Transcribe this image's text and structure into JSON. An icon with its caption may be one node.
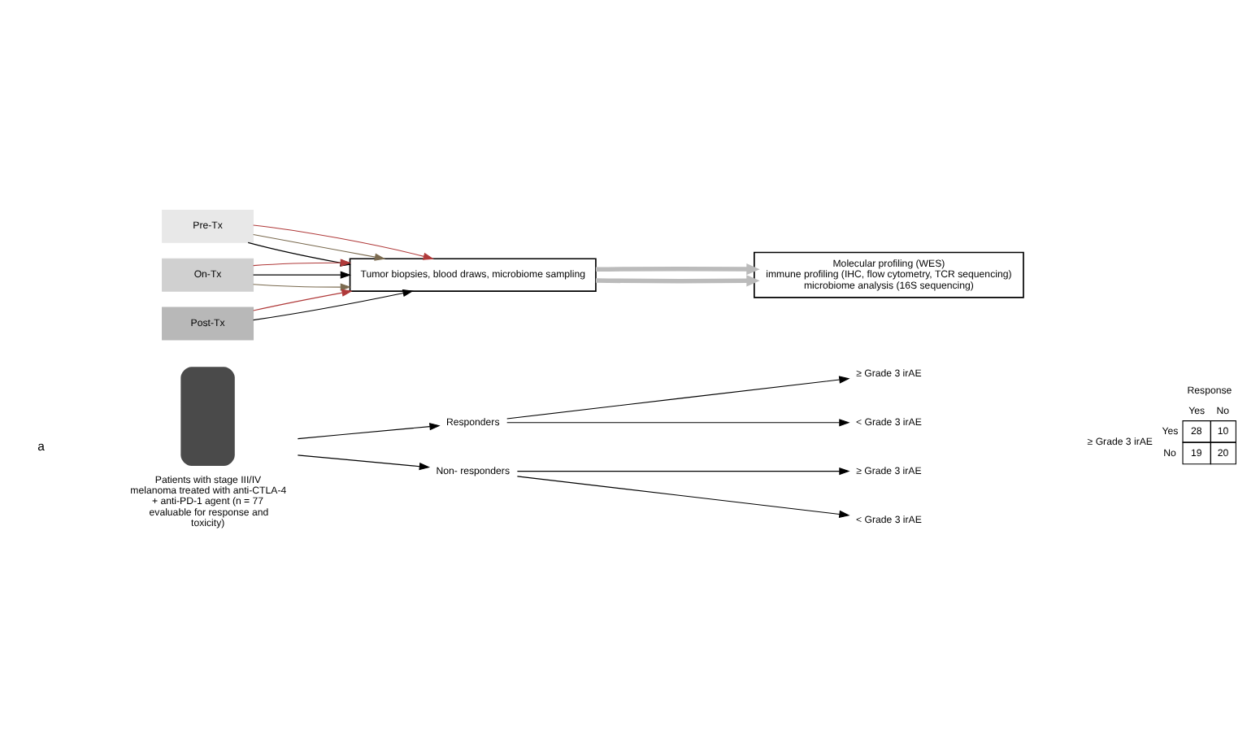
{
  "diagram": {
    "nodes": [
      {
        "text": [],
        "shape": "person",
        "beside": [
          "Patients with stage III/IV melanoma treated with anti-CTLA-4 + anti-PD-1 agent (n = 77 evaluable for response and toxicity)"
        ]
      },
      {
        "text": [
          "Responders"
        ]
      },
      {
        "text": [
          "Non- responders"
        ]
      },
      {
        "text": [
          "≥ Grade 3 irAE"
        ]
      },
      {
        "text": [
          "< Grade 3 irAE"
        ]
      },
      {
        "text": [
          "≥ Grade 3 irAE"
        ]
      },
      {
        "text": [
          "< Grade 3 irAE"
        ]
      },
      {
        "text": [
          "Pre-Tx"
        ]
      },
      {
        "text": [
          "On-Tx"
        ]
      },
      {
        "text": [
          "Post-Tx"
        ]
      },
      {
        "text": [
          "Tumor biopsies, blood draws, microbiome sampling"
        ]
      },
      {
        "text": [
          "Molecular profiling (WES)",
          "immune profiling (IHC, flow cytometry, TCR sequencing)",
          "microbiome analysis (16S sequencing)"
        ]
      }
    ],
    "edges": [
      {
        "from": 0,
        "to": 1,
        "arrow": "to"
      },
      {
        "from": 0,
        "to": 2,
        "arrow": "to"
      },
      {
        "from": 1,
        "to": 3,
        "arrow": "to"
      },
      {
        "from": 1,
        "to": 4,
        "arrow": "to"
      },
      {
        "from": 2,
        "to": 5,
        "arrow": "to"
      },
      {
        "from": 2,
        "to": 6,
        "arrow": "to"
      },
      {
        "from": 7,
        "to": 10,
        "arrow": "to"
      },
      {
        "from": 7,
        "to": 10,
        "arrow": "to",
        "color": "#7a6a4f"
      },
      {
        "from": 7,
        "to": 10,
        "arrow": "to",
        "color": "#b03a3a"
      },
      {
        "from": 8,
        "to": 10,
        "arrow": "to",
        "color": "#7a6a4f"
      },
      {
        "from": 8,
        "to": 10,
        "arrow": "to"
      },
      {
        "from": 8,
        "to": 10,
        "arrow": "to",
        "color": "#b03a3a"
      },
      {
        "from": 9,
        "to": 10,
        "arrow": "to"
      },
      {
        "from": 9,
        "to": 10,
        "arrow": "to",
        "color": "#b03a3a"
      },
      {
        "from": 10,
        "to": 11,
        "arrow": "to",
        "style": "thick",
        "color": "#bbbbbb"
      },
      {
        "from": 10,
        "to": 11,
        "arrow": "to",
        "style": "thick",
        "color": "#bbbbbb"
      }
    ],
    "labels": [
      "a",
      "Response",
      "Yes",
      "No",
      "≥ Grade 3 irAE",
      "Yes",
      "28",
      "10",
      "No",
      "19",
      "20"
    ]
  }
}
